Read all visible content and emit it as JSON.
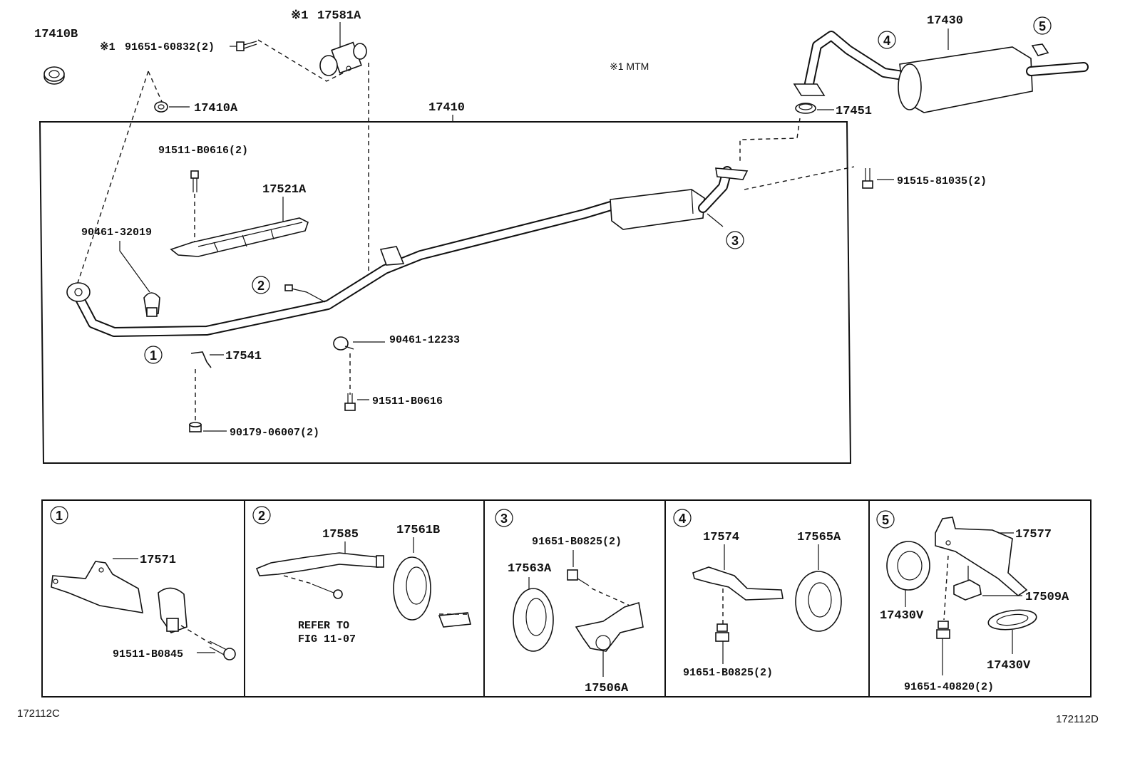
{
  "notes": {
    "mtm": "※1  MTM",
    "mark_17581A": "※1",
    "mark_91651_60832": "※1"
  },
  "main_box_label": "17410",
  "parts": {
    "p17410B": "17410B",
    "p17581A": "17581A",
    "p91651_60832": "91651-60832(2)",
    "p17410A": "17410A",
    "p91511_B0616_2": "91511-B0616(2)",
    "p17521A": "17521A",
    "p90461_32019": "90461-32019",
    "p17541": "17541",
    "p90461_12233": "90461-12233",
    "p91511_B0616": "91511-B0616",
    "p90179_06007": "90179-06007(2)",
    "p17430": "17430",
    "p17451": "17451",
    "p91515_81035": "91515-81035(2)"
  },
  "circles": [
    "1",
    "2",
    "3",
    "4",
    "5"
  ],
  "detail": {
    "d1": {
      "p17571": "17571",
      "p91511_B0845": "91511-B0845"
    },
    "d2": {
      "p17585": "17585",
      "p17561B": "17561B",
      "refer1": "REFER TO",
      "refer2": "FIG 11-07"
    },
    "d3": {
      "p91651_B0825": "91651-B0825(2)",
      "p17563A": "17563A",
      "p17506A": "17506A"
    },
    "d4": {
      "p17574": "17574",
      "p17565A": "17565A",
      "p91651_B0825": "91651-B0825(2)"
    },
    "d5": {
      "p17577": "17577",
      "p17509A": "17509A",
      "p17430V_a": "17430V",
      "p17430V_b": "17430V",
      "p91651_40820": "91651-40820(2)"
    }
  },
  "codes": {
    "left": "172112C",
    "right": "172112D"
  }
}
